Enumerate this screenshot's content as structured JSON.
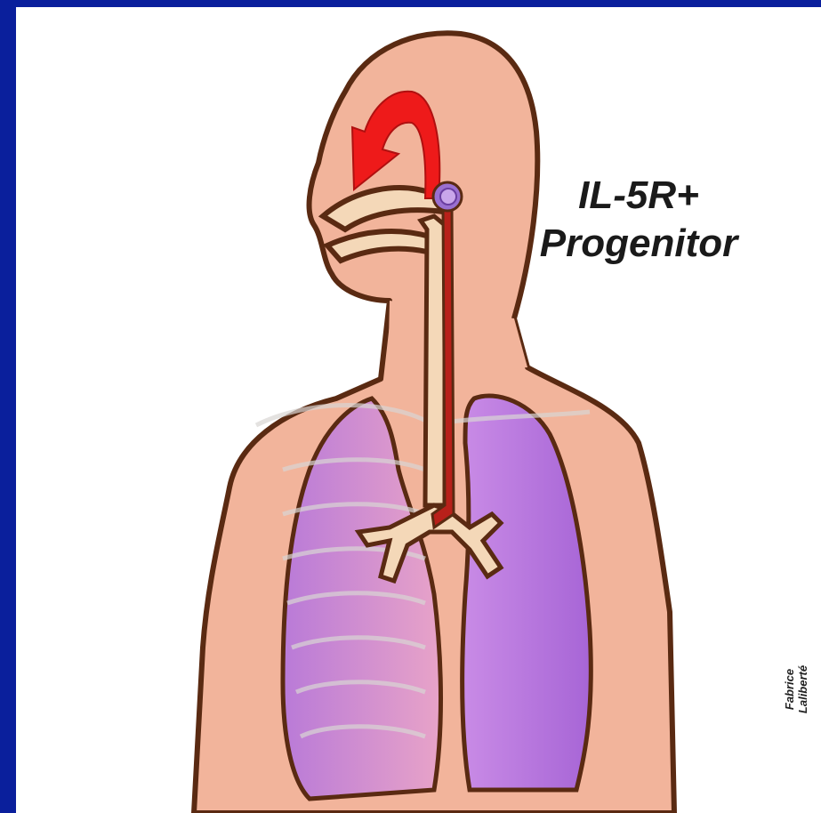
{
  "diagram": {
    "label_line1": "IL-5R+",
    "label_line2": "Progenitor",
    "credit_line1": "Fabrice",
    "credit_line2": "Laliberté",
    "colors": {
      "background_frame": "#0a1f9c",
      "skin": "#f2b49b",
      "outline": "#5a2a12",
      "lung": "#b070d8",
      "airway": "#f4d8b8",
      "vessel": "#b8201a",
      "arrow": "#ee1a1a",
      "cell": "#9a6fd0"
    }
  }
}
